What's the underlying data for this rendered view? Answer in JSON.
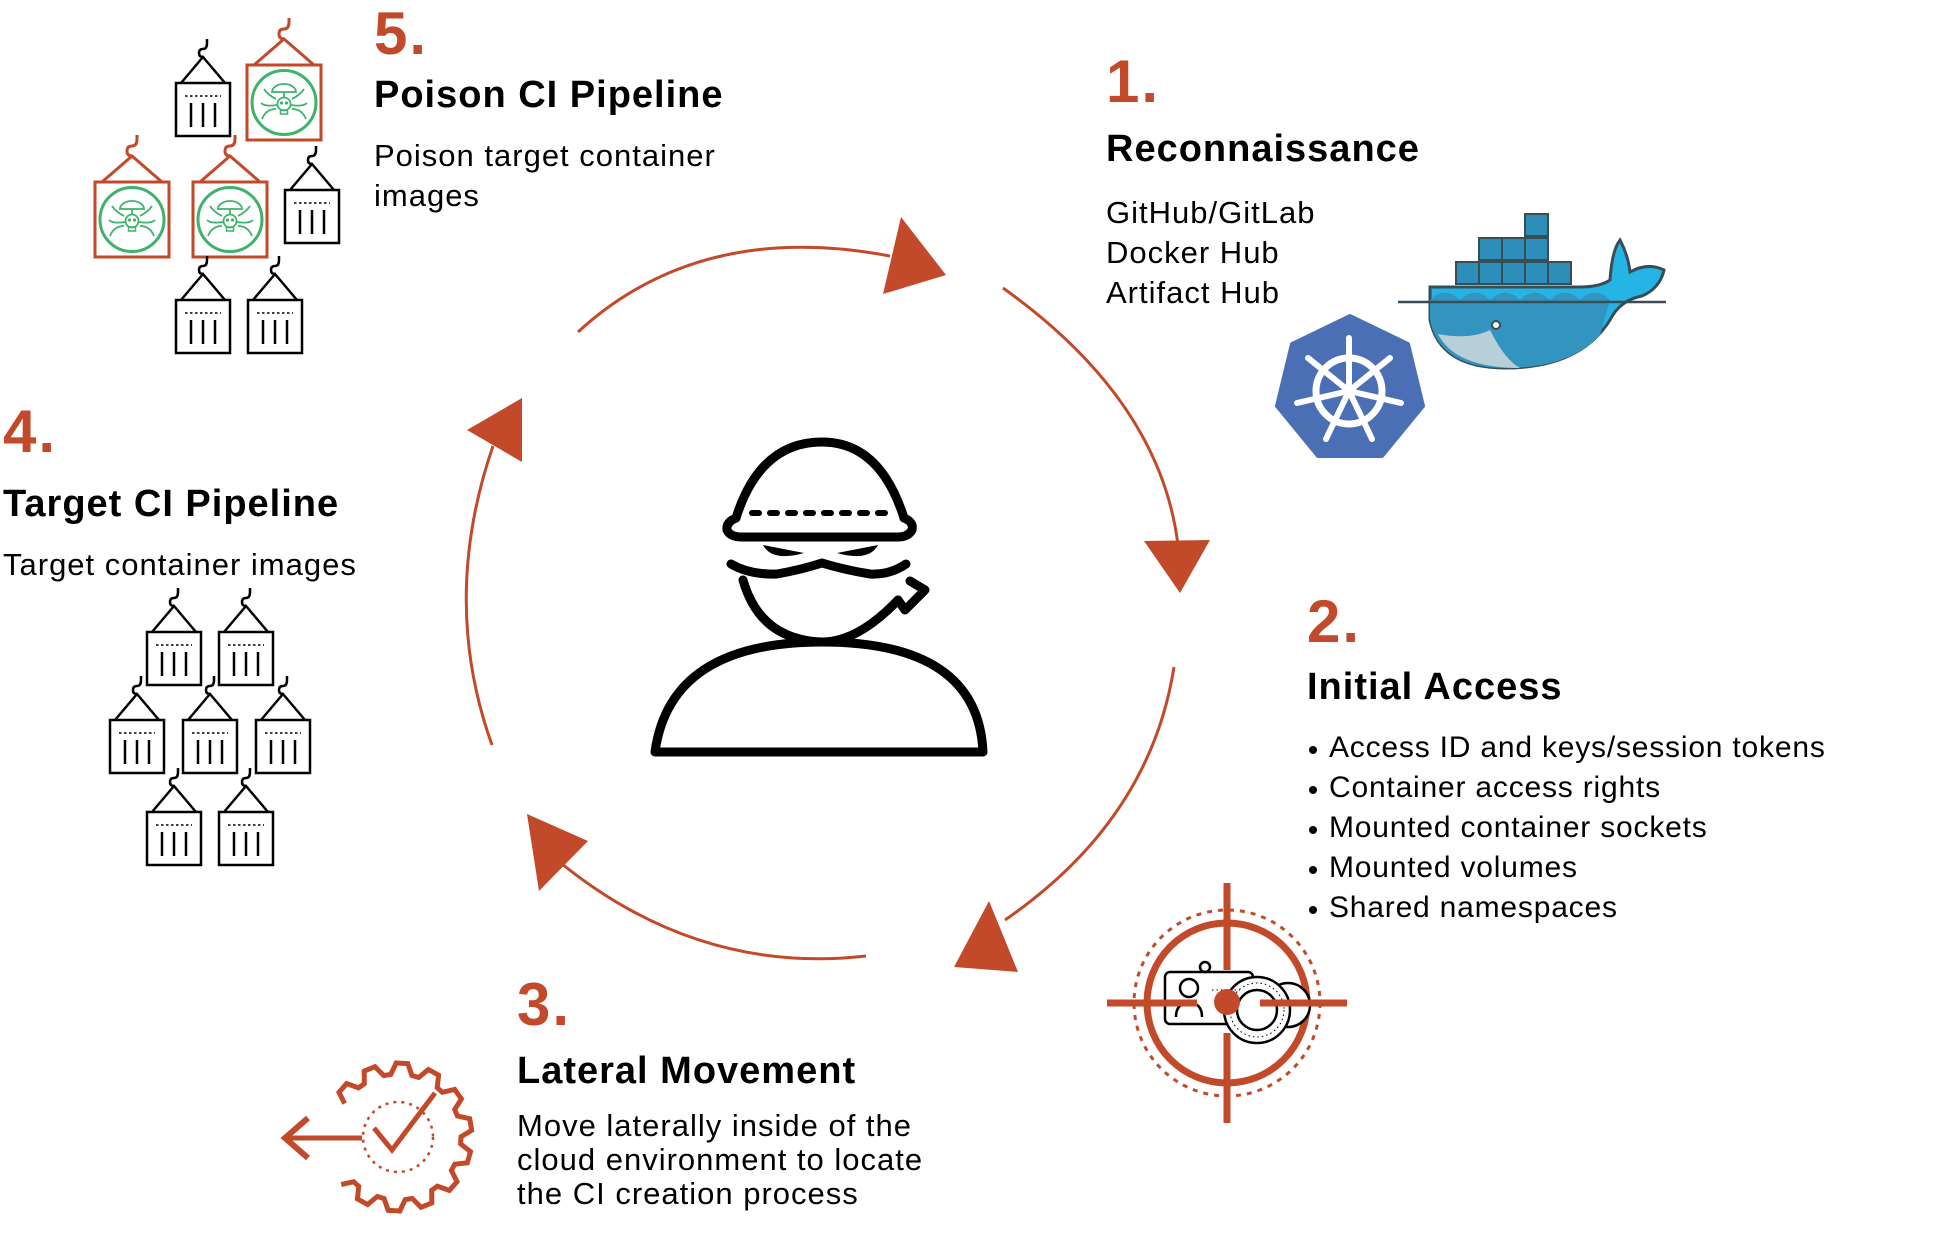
{
  "colors": {
    "accent": "#c24a2a",
    "text": "#000000",
    "poison_green": "#3db36b",
    "docker_light": "#24b5e6",
    "docker_mid": "#3494c0",
    "docker_dark": "#394d54",
    "kubernetes_blue": "#4a6fb5"
  },
  "cycle": {
    "center_icon": "hacker-icon",
    "direction": "clockwise"
  },
  "steps": [
    {
      "number": "1.",
      "title": "Reconnaissance",
      "lines": [
        "GitHub/GitLab",
        "Docker Hub",
        "Artifact Hub"
      ],
      "icons": [
        "docker-logo-icon",
        "kubernetes-logo-icon"
      ]
    },
    {
      "number": "2.",
      "title": "Initial Access",
      "bullets": [
        "Access ID and keys/session tokens",
        "Container access rights",
        "Mounted container sockets",
        "Mounted volumes",
        "Shared namespaces"
      ],
      "icons": [
        "crosshair-target-icon"
      ]
    },
    {
      "number": "3.",
      "title": "Lateral Movement",
      "lines": [
        "Move laterally inside of the",
        "cloud environment to locate",
        "the CI creation process"
      ],
      "icons": [
        "gear-checkmark-arrow-icon"
      ]
    },
    {
      "number": "4.",
      "title": "Target CI Pipeline",
      "lines": [
        "Target container images"
      ],
      "icons": [
        "container-stack-icon"
      ],
      "container_count": 7
    },
    {
      "number": "5.",
      "title": "Poison CI Pipeline",
      "lines": [
        "Poison target container",
        "images"
      ],
      "icons": [
        "poisoned-container-stack-icon"
      ],
      "container_count": 7,
      "poisoned_count": 3
    }
  ]
}
